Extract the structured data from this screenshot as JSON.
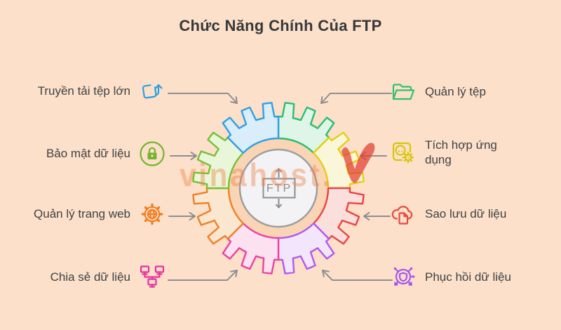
{
  "title": "Chức Năng Chính Của FTP",
  "watermark": {
    "text": "vinahost.",
    "color": "rgba(240,128,72,0.42)",
    "logo_color": "rgba(224,62,48,0.72)"
  },
  "center": {
    "label": "FTP",
    "color": "#8d8d8d",
    "hub_fill": "#f3f3f5",
    "hub_stroke": "#9e9e9e",
    "ring_fill": "#f9d5b6"
  },
  "connector_color": "#8f8f8f",
  "items": {
    "left": [
      {
        "label": "Truyền tải tệp lớn",
        "icon": "file-transfer-icon",
        "color": "#2b9ee8"
      },
      {
        "label": "Bảo mật dữ liệu",
        "icon": "lock-icon",
        "color": "#74b52c"
      },
      {
        "label": "Quản lý trang web",
        "icon": "web-gear-icon",
        "color": "#ee8026"
      },
      {
        "label": "Chia sẻ dữ liệu",
        "icon": "network-icon",
        "color": "#e6309f"
      }
    ],
    "right": [
      {
        "label": "Quản lý tệp",
        "icon": "folder-icon",
        "color": "#33bf72"
      },
      {
        "label": "Tích hợp ứng dụng",
        "icon": "app-integration-icon",
        "color": "#d9c50a"
      },
      {
        "label": "Sao lưu dữ liệu",
        "icon": "cloud-backup-icon",
        "color": "#e84840"
      },
      {
        "label": "Phục hồi dữ liệu",
        "icon": "shield-network-icon",
        "color": "#a655ee"
      }
    ]
  },
  "gear": {
    "segments": [
      {
        "name": "quan-ly-tep",
        "stroke": "#2cbd70",
        "fill": "#def5e7"
      },
      {
        "name": "tich-hop-ung-dung",
        "stroke": "#e3cf12",
        "fill": "#faf6da"
      },
      {
        "name": "sao-luu-du-lieu",
        "stroke": "#eb4343",
        "fill": "#fbdfdc"
      },
      {
        "name": "phuc-hoi-du-lieu",
        "stroke": "#b158f0",
        "fill": "#f2e6fc"
      },
      {
        "name": "chia-se-du-lieu",
        "stroke": "#ee3fa0",
        "fill": "#fce2f0"
      },
      {
        "name": "quan-ly-trang-web",
        "stroke": "#ee8026",
        "fill": "#fbe6d0"
      },
      {
        "name": "bao-mat-du-lieu",
        "stroke": "#74c133",
        "fill": "#eaf6da"
      },
      {
        "name": "truyen-tai-tep-lon",
        "stroke": "#2e9fe6",
        "fill": "#d9edfb"
      }
    ]
  }
}
